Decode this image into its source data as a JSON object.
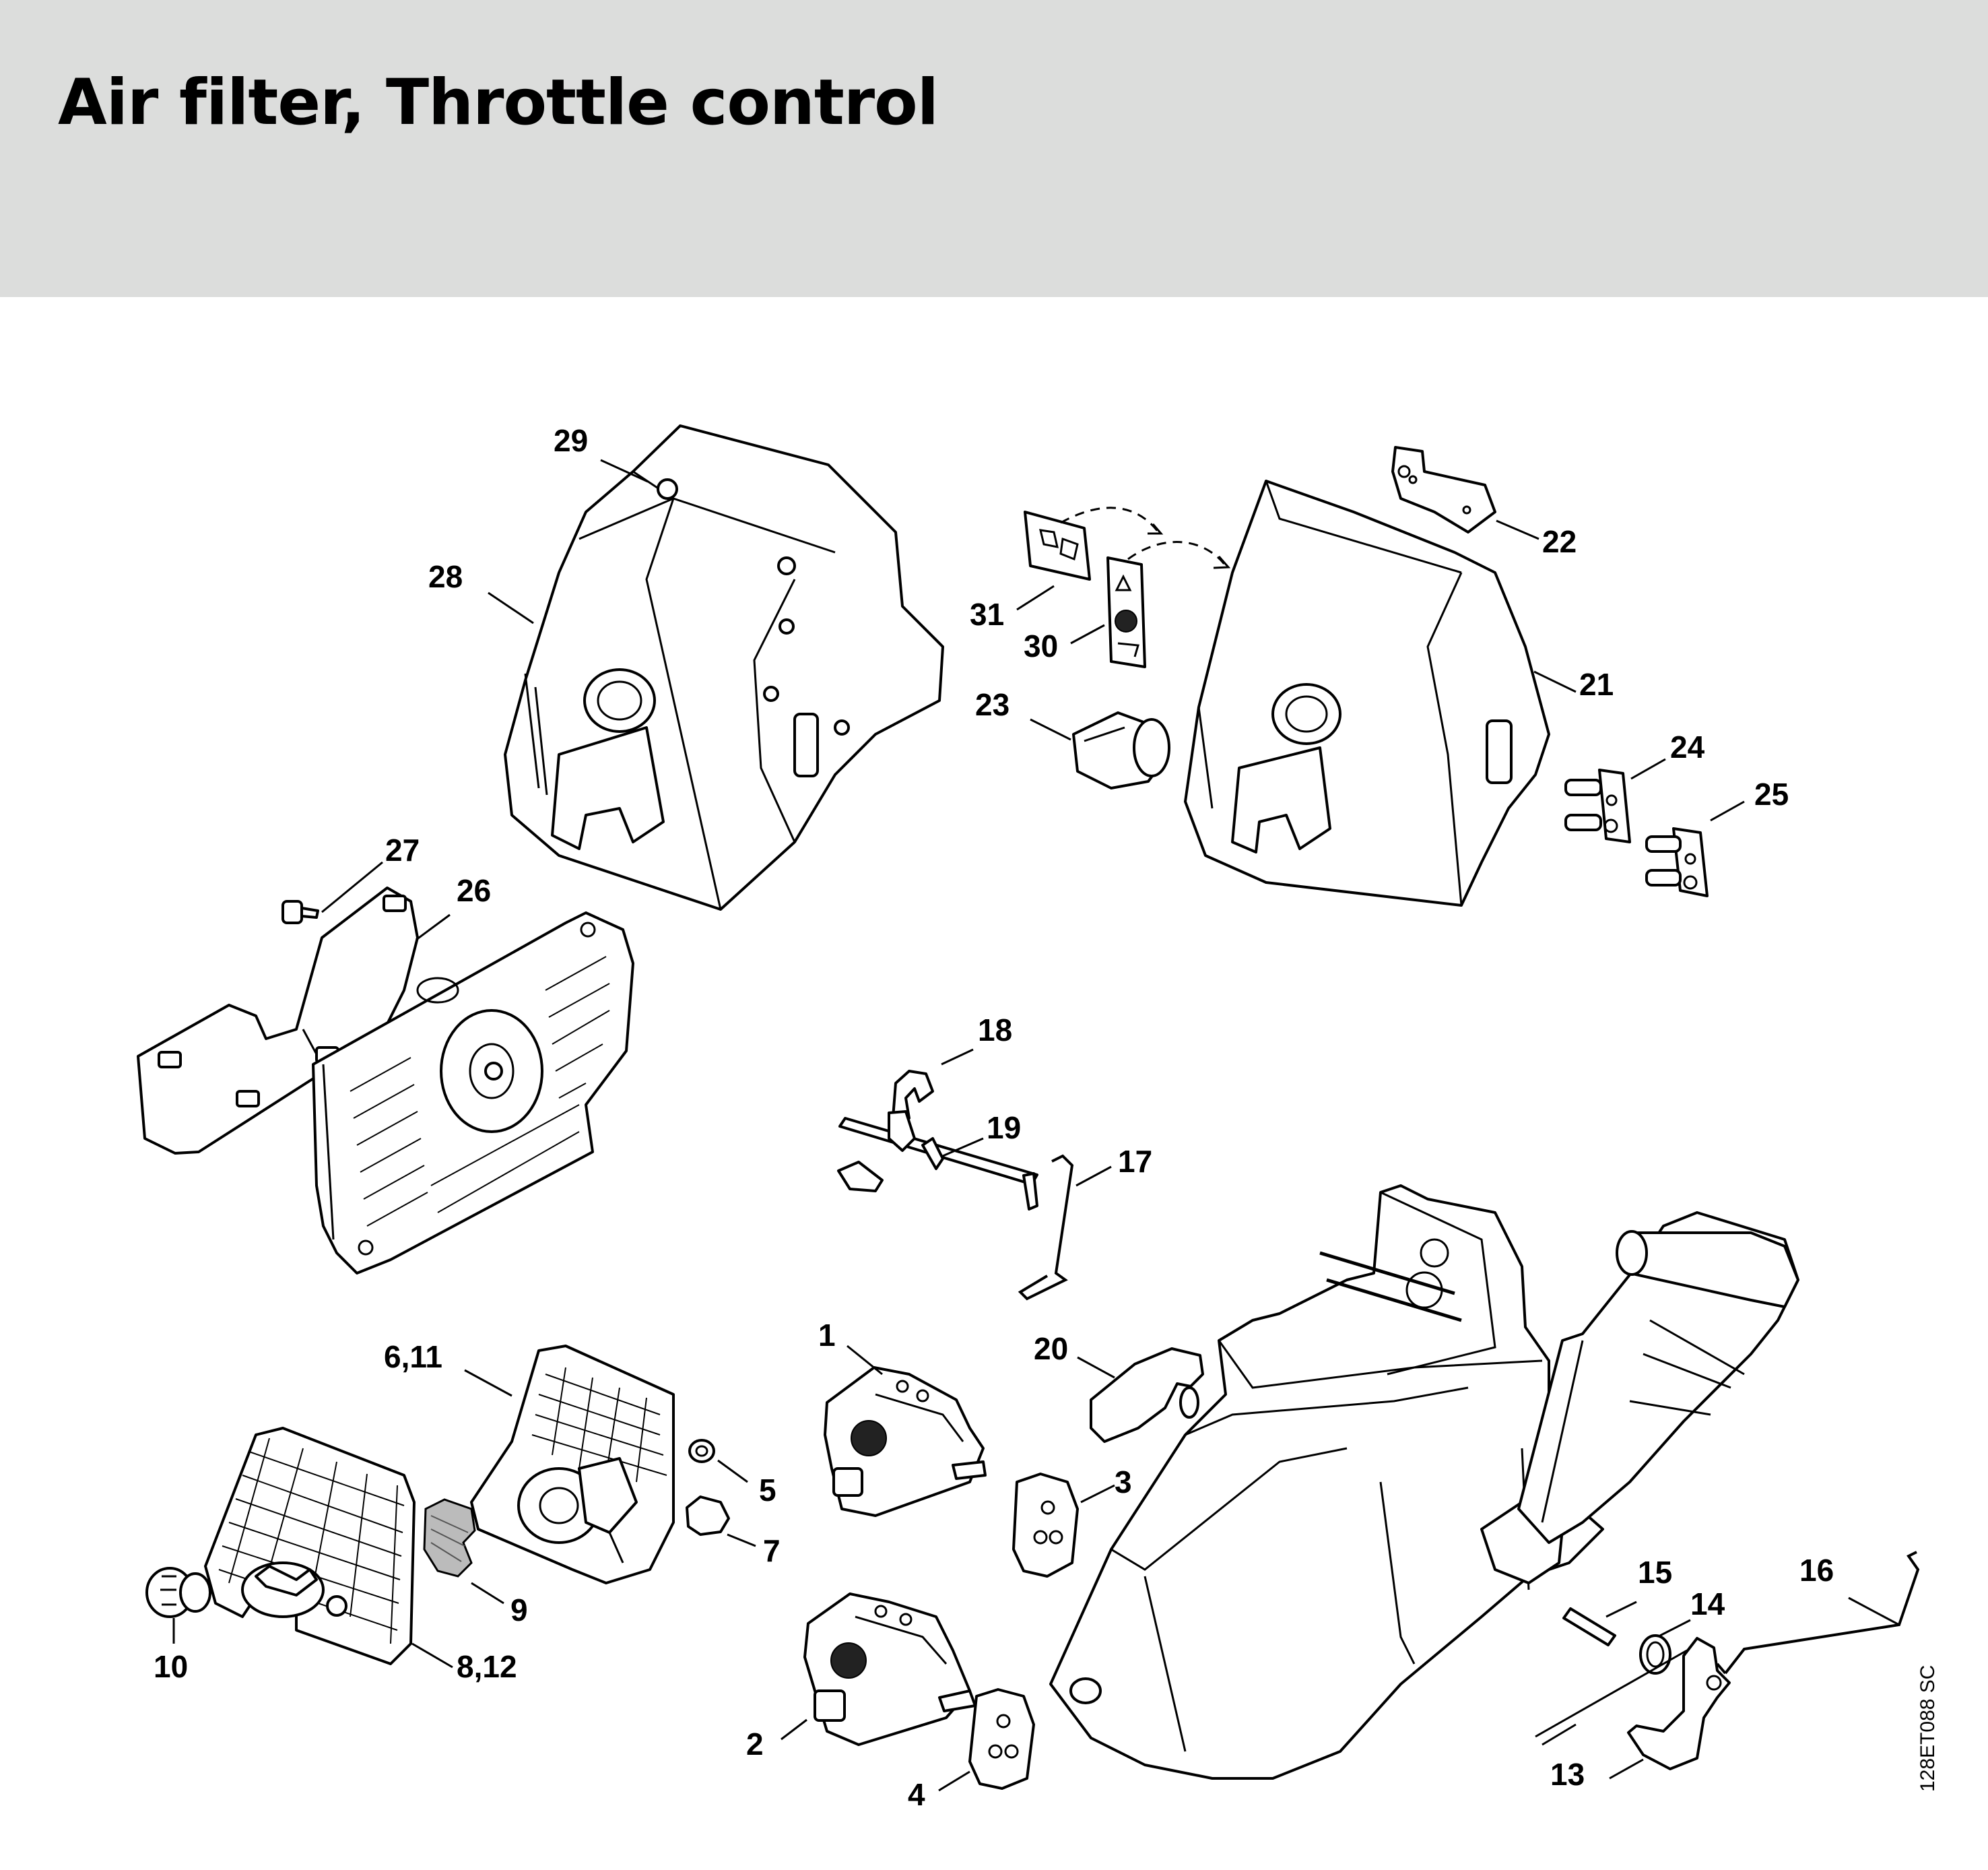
{
  "header": {
    "title": "Air filter, Throttle control"
  },
  "callouts": {
    "c1": "1",
    "c2": "2",
    "c3": "3",
    "c4": "4",
    "c5": "5",
    "c6_11": "6,11",
    "c7": "7",
    "c8_12": "8,12",
    "c9": "9",
    "c10": "10",
    "c13": "13",
    "c14": "14",
    "c15": "15",
    "c16": "16",
    "c17": "17",
    "c18": "18",
    "c19": "19",
    "c20": "20",
    "c21": "21",
    "c22": "22",
    "c23": "23",
    "c24": "24",
    "c25": "25",
    "c26": "26",
    "c27": "27",
    "c28": "28",
    "c29": "29",
    "c30": "30",
    "c31": "31"
  },
  "reference_code": "128ET088 SC"
}
